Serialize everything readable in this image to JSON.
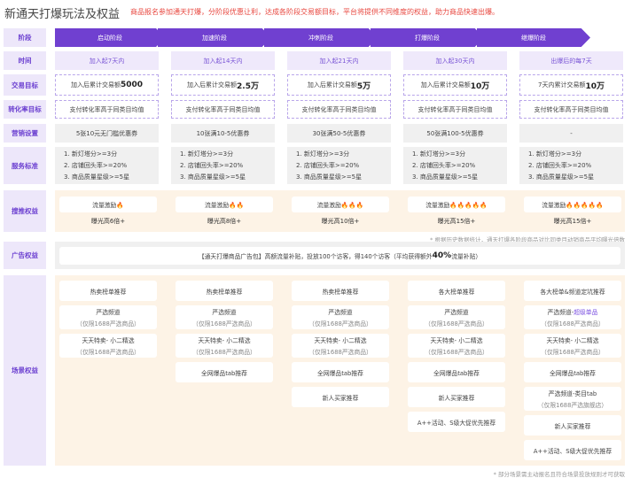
{
  "title": "新通天打爆玩法及权益",
  "subtitle": "商品报名参加通天打爆，分阶段优惠让利，达成各阶段交易额目标，平台将提供不同维度的权益，助力商品快速出爆。",
  "labels": {
    "stage": "阶段",
    "time": "时间",
    "gmv": "交易目标",
    "cvr": "转化率目标",
    "promo": "营销设置",
    "service": "服务标准",
    "search": "搜推权益",
    "ad": "广告权益",
    "scene": "场景权益"
  },
  "stages": [
    "启动阶段",
    "加速阶段",
    "冲刺阶段",
    "打爆阶段",
    "继爆阶段"
  ],
  "times": [
    "加入起7天内",
    "加入起14天内",
    "加入起21天内",
    "加入起30天内",
    "出爆后的每7天"
  ],
  "gmv": [
    {
      "p": "加入后累计交易额",
      "v": "5000"
    },
    {
      "p": "加入后累计交易额",
      "v": "2.5万"
    },
    {
      "p": "加入后累计交易额",
      "v": "5万"
    },
    {
      "p": "加入后累计交易额",
      "v": "10万"
    },
    {
      "p": "7天内累计交易额",
      "v": "10万"
    }
  ],
  "cvr": [
    "支付转化率高于同类目均值",
    "支付转化率高于同类目均值",
    "支付转化率高于同类目均值",
    "支付转化率高于同类目均值",
    "支付转化率高于同类目均值"
  ],
  "promo": [
    "5张10元无门槛优惠券",
    "10张满10-5优惠券",
    "30张满50-5优惠券",
    "50张满100-5优惠券",
    "-"
  ],
  "service": [
    "1. 新灯塔分>=3分",
    "2. 店铺回头率>=20%",
    "3. 商品质量星级>=5星"
  ],
  "search": [
    {
      "t": "流量激励🔥",
      "e": "曝光高6倍+"
    },
    {
      "t": "流量激励🔥🔥",
      "e": "曝光高8倍+"
    },
    {
      "t": "流量激励🔥🔥🔥",
      "e": "曝光高10倍+"
    },
    {
      "t": "流量激励🔥🔥🔥🔥🔥",
      "e": "曝光高15倍+"
    },
    {
      "t": "流量激励🔥🔥🔥🔥🔥",
      "e": "曝光高15倍+"
    }
  ],
  "search_note": "* 根据历史数据统计，通天打爆各阶段商品对比同类目动销商品平均曝光倍数",
  "ad": {
    "a": "【通天打爆商品广告包】高额流量补贴，投放100个访客，得140个访客（平均获得额外",
    "b": "40%",
    "c": "流量补贴）"
  },
  "scene": [
    [
      {
        "t": "热卖榜单推荐"
      },
      {
        "t": "严选频道",
        "s": "（仅限1688严选商品）"
      },
      {
        "t": "天天特卖- 小二精选",
        "s": "（仅限1688严选商品）"
      }
    ],
    [
      {
        "t": "热卖榜单推荐"
      },
      {
        "t": "严选频道",
        "s": "（仅限1688严选商品）"
      },
      {
        "t": "天天特卖- 小二精选",
        "s": "（仅限1688严选商品）"
      },
      {
        "t": "全网爆品tab推荐"
      }
    ],
    [
      {
        "t": "热卖榜单推荐"
      },
      {
        "t": "严选频道",
        "s": "（仅限1688严选商品）"
      },
      {
        "t": "天天特卖- 小二精选",
        "s": "（仅限1688严选商品）"
      },
      {
        "t": "全网爆品tab推荐"
      },
      {
        "t": "新人买家推荐"
      }
    ],
    [
      {
        "t": "各大榜单推荐"
      },
      {
        "t": "严选频道",
        "s": "（仅限1688严选商品）"
      },
      {
        "t": "天天特卖- 小二精选",
        "s": "（仅限1688严选商品）"
      },
      {
        "t": "全网爆品tab推荐"
      },
      {
        "t": "新人买家推荐"
      },
      {
        "t": "A++活动、S级大促优先推荐"
      }
    ],
    [
      {
        "t": "各大榜单&频道定坑推荐"
      },
      {
        "t": "严选频道-",
        "h": "超级单品",
        "s": "（仅限1688严选商品）"
      },
      {
        "t": "天天特卖- 小二精选",
        "s": "（仅限1688严选商品）"
      },
      {
        "t": "全网爆品tab推荐"
      },
      {
        "t": "严选频道-类目tab",
        "s": "（仅限1688严选旗舰店）"
      },
      {
        "t": "新人买家推荐"
      },
      {
        "t": "A++活动、S级大促优先推荐"
      }
    ]
  ],
  "scene_note": "* 部分场景需主动报名且符合场景投放规则才可获取"
}
